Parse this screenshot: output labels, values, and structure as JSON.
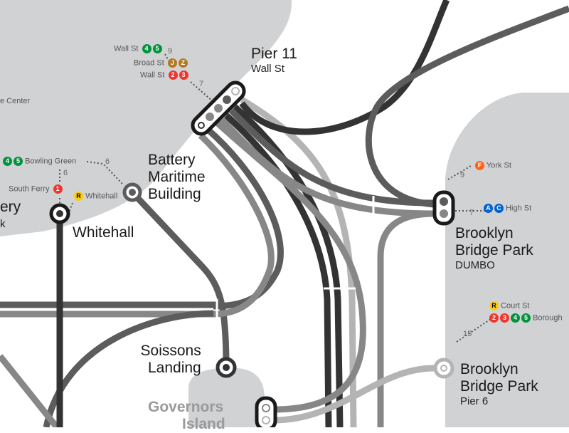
{
  "colors": {
    "land": "#d1d2d4",
    "line_dark": "#333333",
    "line_mid": "#5c5c5c",
    "line_gray": "#878787",
    "line_light": "#b4b4b4",
    "red": "#ee352e",
    "green": "#00933c",
    "brown": "#b5781e",
    "yellow": "#fccc0a",
    "orange": "#ff6319",
    "blue": "#0062cf"
  },
  "landings": {
    "pier11": {
      "name": "Pier 11",
      "sub": "Wall St"
    },
    "battery_maritime": {
      "name": [
        "Battery",
        "Maritime",
        "Building"
      ]
    },
    "whitehall": {
      "name": "Whitehall",
      "partial": [
        "ery",
        "k"
      ]
    },
    "soissons": {
      "name": [
        "Soissons",
        "Landing"
      ]
    },
    "governors": {
      "name": [
        "Governors",
        "Island"
      ]
    },
    "bbp_dumbo": {
      "name": [
        "Brooklyn",
        "Bridge Park"
      ],
      "sub": "DUMBO"
    },
    "bbp_pier6": {
      "name": [
        "Brooklyn",
        "Bridge Park"
      ],
      "sub": "Pier 6"
    }
  },
  "subway": {
    "wall45": {
      "name": "Wall St",
      "routes": [
        "4",
        "5"
      ],
      "walk": "9"
    },
    "broad": {
      "name": "Broad St",
      "routes": [
        "J",
        "Z"
      ]
    },
    "wall23": {
      "name": "Wall St",
      "routes": [
        "2",
        "3"
      ],
      "walk": "7"
    },
    "trade_center": {
      "name": "e Center"
    },
    "bowling": {
      "name": "Bowling Green",
      "routes": [
        "4",
        "5"
      ],
      "walk": "6"
    },
    "south_ferry": {
      "name": "South Ferry",
      "routes": [
        "1"
      ],
      "walk": "6"
    },
    "whitehall_r": {
      "name": "Whitehall",
      "routes": [
        "R"
      ]
    },
    "york": {
      "name": "York St",
      "routes": [
        "F"
      ],
      "walk": "9"
    },
    "high": {
      "name": "High St",
      "routes": [
        "A",
        "C"
      ],
      "walk": "7"
    },
    "court": {
      "name": "Court St",
      "routes": [
        "R"
      ]
    },
    "borough": {
      "name": "Borough",
      "routes": [
        "2",
        "3",
        "4",
        "5"
      ],
      "walk": "15"
    }
  }
}
